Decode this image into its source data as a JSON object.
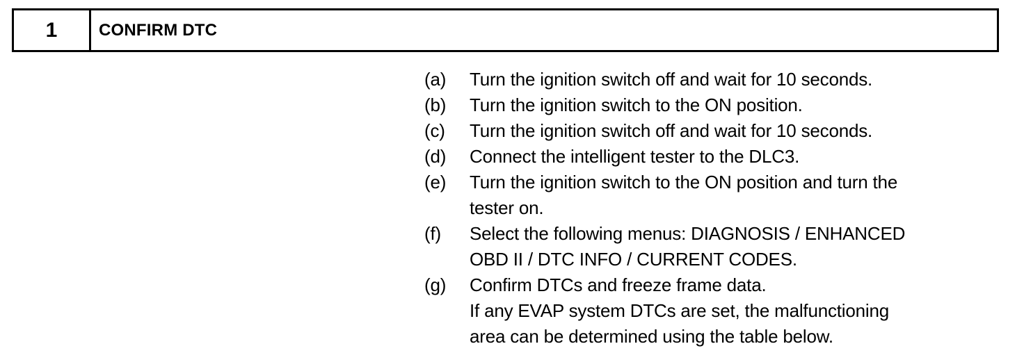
{
  "page": {
    "background_color": "#ffffff",
    "text_color": "#000000",
    "border_color": "#000000"
  },
  "procedure": {
    "step_number": "1",
    "title": "CONFIRM DTC",
    "steps": [
      {
        "marker": "(a)",
        "lines": [
          "Turn the ignition switch off and wait for 10 seconds."
        ]
      },
      {
        "marker": "(b)",
        "lines": [
          "Turn the ignition switch to the ON position."
        ]
      },
      {
        "marker": "(c)",
        "lines": [
          "Turn the ignition switch off and wait for 10 seconds."
        ]
      },
      {
        "marker": "(d)",
        "lines": [
          "Connect the intelligent tester to the DLC3."
        ]
      },
      {
        "marker": "(e)",
        "lines": [
          "Turn the ignition switch to the ON position and turn the",
          "tester on."
        ]
      },
      {
        "marker": "(f)",
        "lines": [
          "Select the following menus: DIAGNOSIS / ENHANCED",
          "OBD II / DTC INFO / CURRENT CODES."
        ]
      },
      {
        "marker": "(g)",
        "lines": [
          "Confirm DTCs and freeze frame data.",
          "If any EVAP system DTCs are set, the malfunctioning",
          "area can be determined using the table below."
        ]
      }
    ]
  }
}
